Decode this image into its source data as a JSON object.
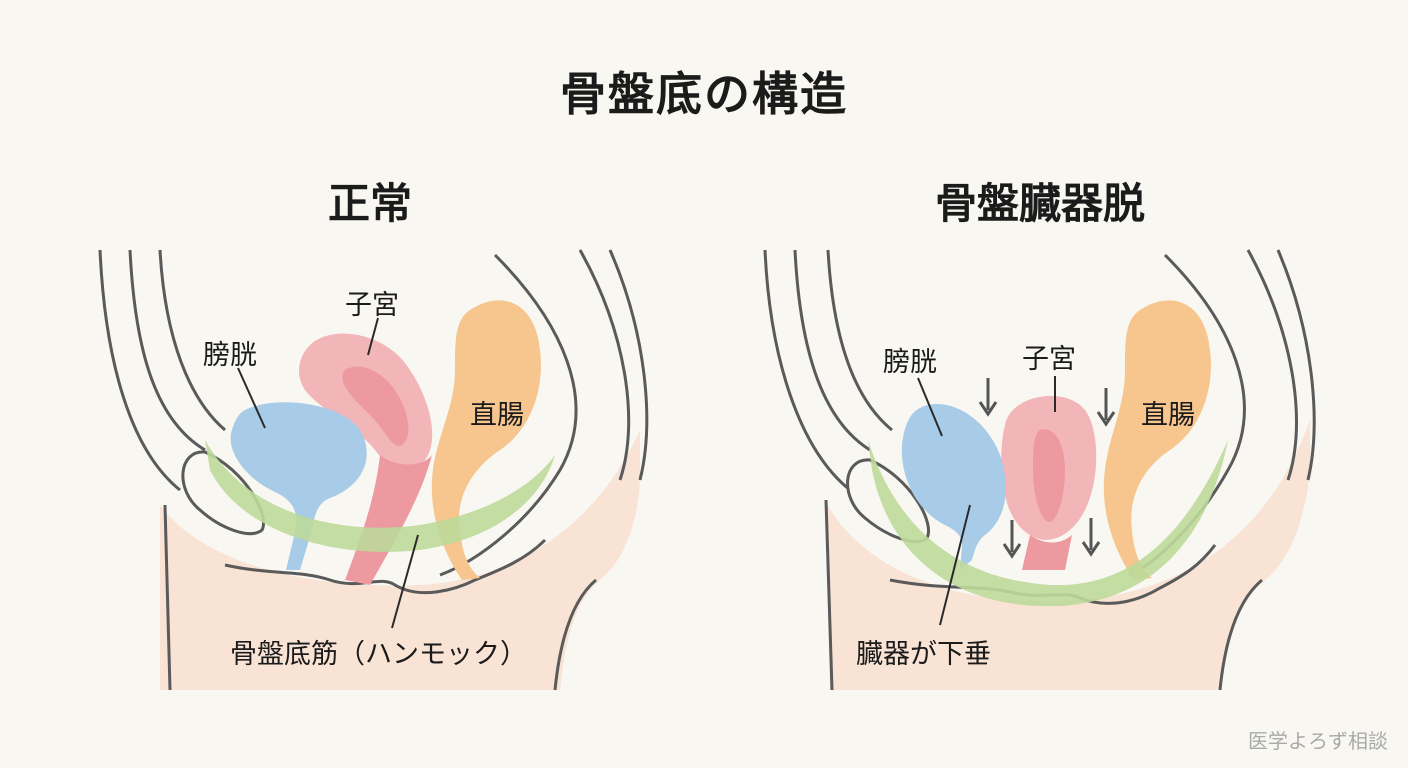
{
  "title": "骨盤底の構造",
  "panels": {
    "normal": {
      "title": "正常",
      "labels": {
        "bladder": "膀胱",
        "uterus": "子宮",
        "rectum": "直腸",
        "muscle": "骨盤底筋（ハンモック）"
      }
    },
    "prolapse": {
      "title": "骨盤臓器脱",
      "labels": {
        "bladder": "膀胱",
        "uterus": "子宮",
        "rectum": "直腸",
        "sagging": "臓器が下垂"
      }
    }
  },
  "colors": {
    "bladder": "#a8cbe8",
    "uterus": "#f3b6b8",
    "uterus_inner": "#ec9aa0",
    "rectum": "#f6c68e",
    "muscle": "#bcd99a",
    "tissue": "#f8e3d4",
    "outline": "#5a5a5a"
  },
  "watermark": "医学よろず相談"
}
